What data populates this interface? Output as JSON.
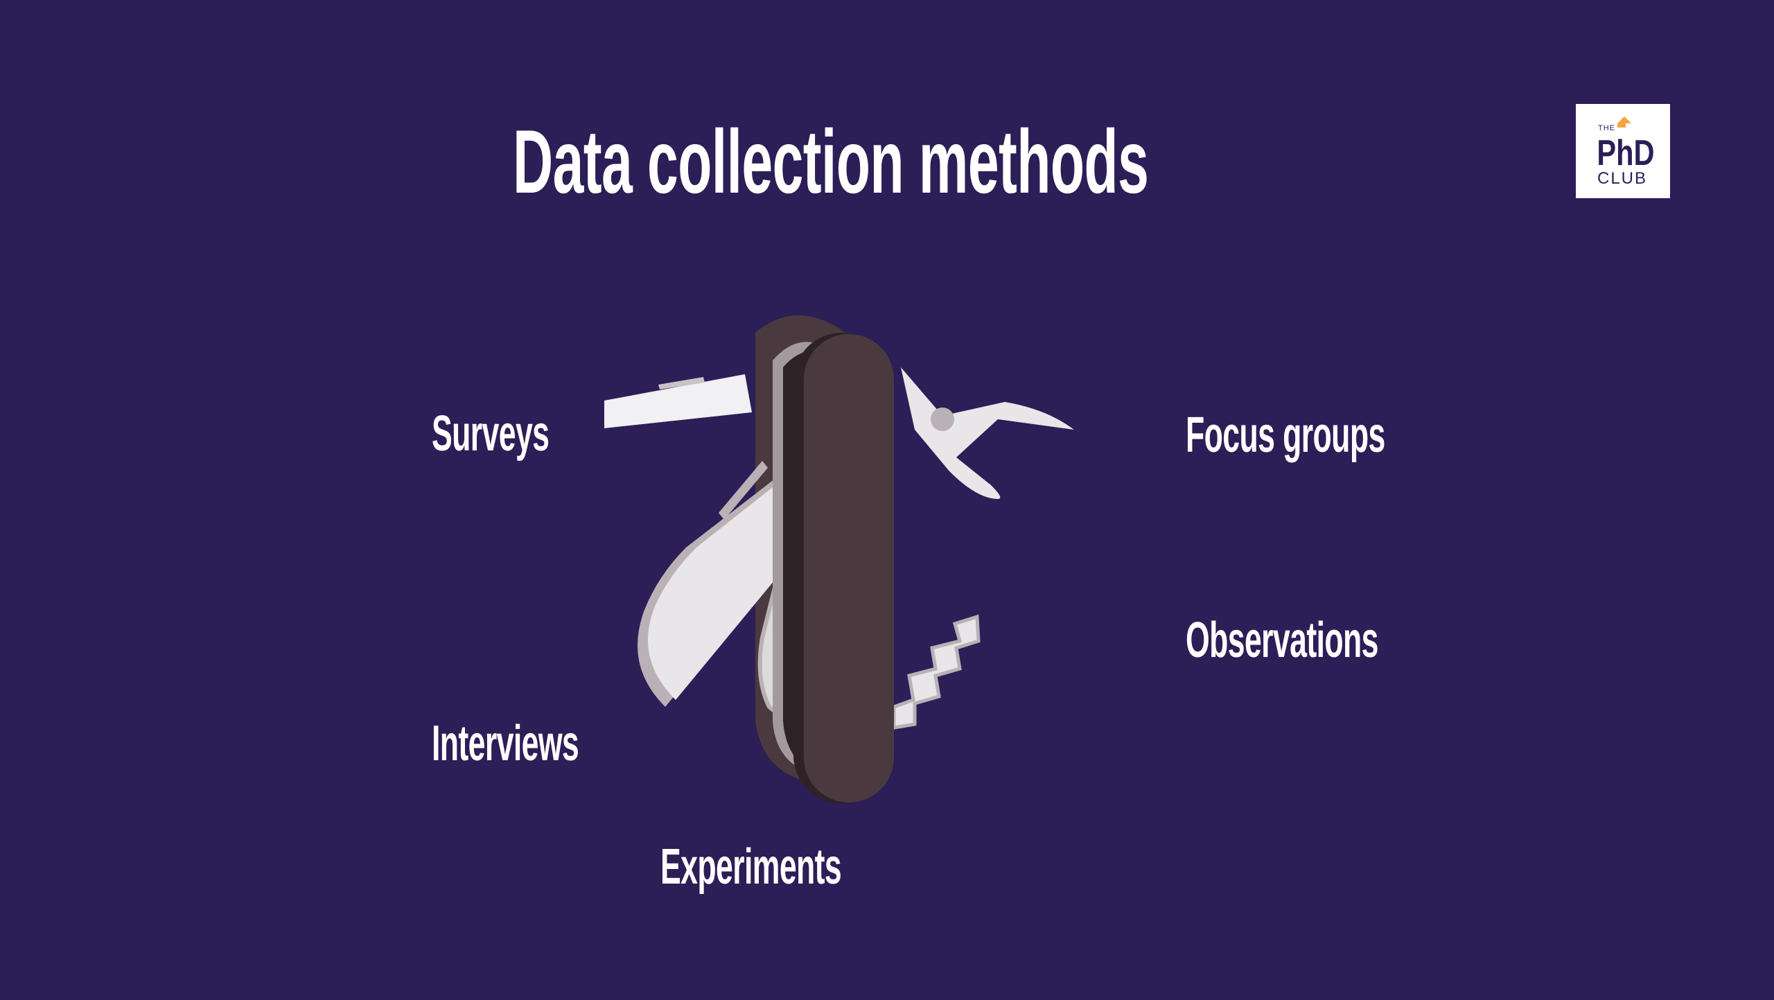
{
  "slide": {
    "title": "Data collection methods",
    "background_color": "#2c1e57",
    "text_color": "#ffffff"
  },
  "logo": {
    "line1": "THE",
    "line2": "PhD",
    "line3": "CLUB",
    "accent_color": "#f2a541",
    "ink_color": "#2c1e57"
  },
  "illustration": {
    "icon": "swiss-army-knife-icon",
    "handle_color": "#4a3a3f",
    "blade_color": "#e8e6e9",
    "blade_shade": "#b9b1b6"
  },
  "labels": {
    "surveys": "Surveys",
    "interviews": "Interviews",
    "experiments": "Experiments",
    "focus_groups": "Focus groups",
    "observations": "Observations"
  }
}
